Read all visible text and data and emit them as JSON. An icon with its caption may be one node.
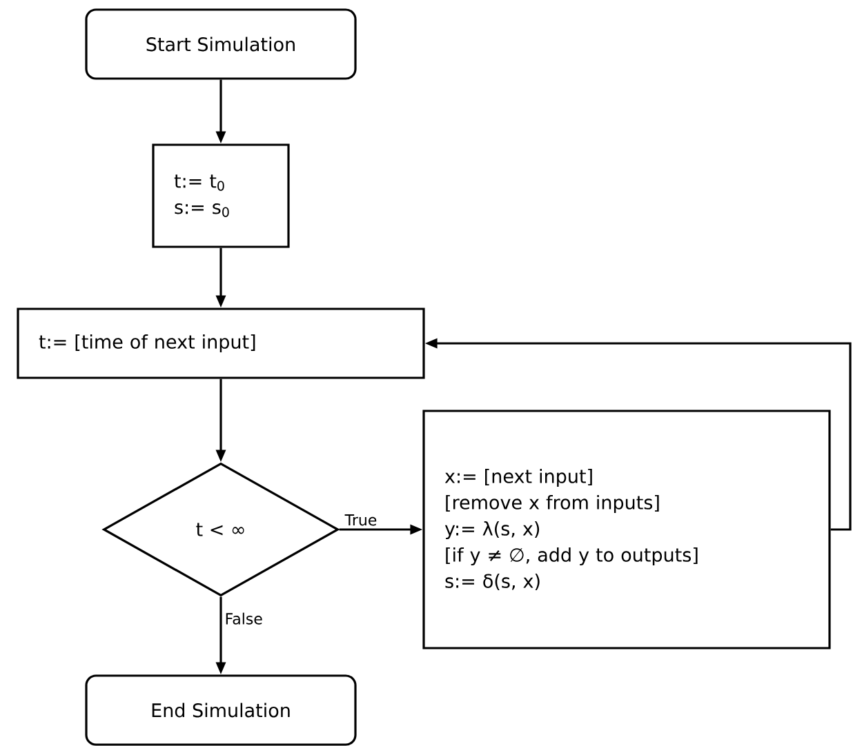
{
  "diagram": {
    "nodes": [
      {
        "text": [
          "Start Simulation"
        ]
      },
      {
        "text": [
          "t:= t$_{0}$",
          "s:= s$_{0}$"
        ]
      },
      {
        "text": [
          "t:= [time of next input]"
        ]
      },
      {
        "text": [
          "t < ∞"
        ]
      },
      {
        "text": [
          "x:= [next input]",
          "[remove x from inputs]",
          "y:= λ(s, x)",
          "[if y ≠ ∅, add y to outputs]",
          "s:= δ(s, x)"
        ]
      },
      {
        "text": [
          "End Simulation"
        ]
      }
    ],
    "edges": [
      {
        "from": 0,
        "to": 1,
        "arrow": "to"
      },
      {
        "from": 1,
        "to": 2,
        "arrow": "to"
      },
      {
        "from": 2,
        "to": 3,
        "arrow": "to"
      },
      {
        "from": 3,
        "to": 4,
        "arrow": "to",
        "label": "True"
      },
      {
        "from": 3,
        "to": 5,
        "arrow": "to",
        "label": "False"
      },
      {
        "from": 4,
        "to": 2,
        "arrow": "to"
      }
    ]
  }
}
